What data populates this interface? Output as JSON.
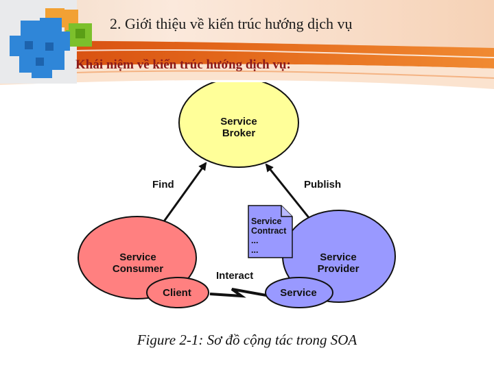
{
  "header": {
    "title": "2. Giới thiệu về kiến trúc hướng dịch vụ",
    "subtitle": "Khái niệm về kiến trúc hướng dịch vụ:"
  },
  "diagram": {
    "broker": [
      "Service",
      "Broker"
    ],
    "consumer": [
      "Service",
      "Consumer"
    ],
    "provider": [
      "Service",
      "Provider"
    ],
    "client": "Client",
    "service": "Service",
    "find": "Find",
    "publish": "Publish",
    "interact": "Interact",
    "contract": [
      "Service",
      "Contract",
      "...",
      "..."
    ]
  },
  "caption": "Figure 2-1: Sơ đồ cộng tác trong SOA",
  "colors": {
    "broker_fill": "#ffff99",
    "consumer_fill": "#ff8080",
    "provider_fill": "#9999ff",
    "banner_orange": "#e46a1c",
    "subtitle_red": "#8b1a1a"
  },
  "icons": [
    "puzzle-cubes-logo",
    "document-icon"
  ]
}
